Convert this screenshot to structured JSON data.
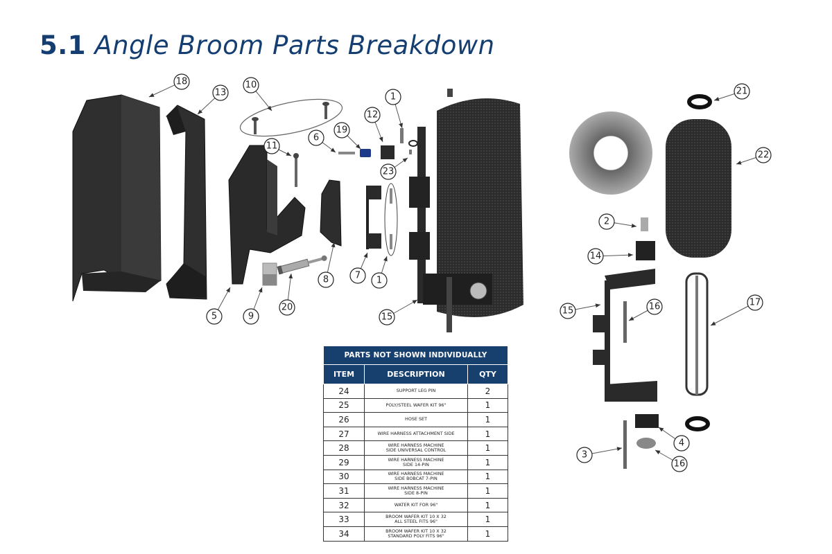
{
  "page": {
    "section_number": "5.1",
    "title": "Angle Broom Parts Breakdown",
    "accent_color": "#143e72"
  },
  "diagram": {
    "callouts": [
      {
        "label": "18"
      },
      {
        "label": "13"
      },
      {
        "label": "10"
      },
      {
        "label": "11"
      },
      {
        "label": "6"
      },
      {
        "label": "19"
      },
      {
        "label": "12"
      },
      {
        "label": "1"
      },
      {
        "label": "23"
      },
      {
        "label": "7"
      },
      {
        "label": "1"
      },
      {
        "label": "8"
      },
      {
        "label": "5"
      },
      {
        "label": "9"
      },
      {
        "label": "20"
      },
      {
        "label": "15"
      },
      {
        "label": "21"
      },
      {
        "label": "22"
      },
      {
        "label": "2"
      },
      {
        "label": "14"
      },
      {
        "label": "15"
      },
      {
        "label": "16"
      },
      {
        "label": "17"
      },
      {
        "label": "4"
      },
      {
        "label": "16"
      },
      {
        "label": "3"
      }
    ]
  },
  "parts_table": {
    "caption": "PARTS NOT SHOWN INDIVIDUALLY",
    "columns": [
      "ITEM",
      "DESCRIPTION",
      "QTY"
    ],
    "header_color": "#17406f",
    "rows": [
      {
        "item": "24",
        "description": "SUPPORT LEG PIN",
        "qty": "2"
      },
      {
        "item": "25",
        "description": "POLY/STEEL WAFER KIT 96\"",
        "qty": "1"
      },
      {
        "item": "26",
        "description": "HOSE SET",
        "qty": "1"
      },
      {
        "item": "27",
        "description": "WIRE HARNESS ATTACHMENT SIDE",
        "qty": "1"
      },
      {
        "item": "28",
        "description": "WIRE HARNESS MACHINE\nSIDE UNIVERSAL CONTROL",
        "qty": "1"
      },
      {
        "item": "29",
        "description": "WIRE HARNESS MACHINE\nSIDE 14-PIN",
        "qty": "1"
      },
      {
        "item": "30",
        "description": "WIRE HARNESS MACHINE\nSIDE BOBCAT 7-PIN",
        "qty": "1"
      },
      {
        "item": "31",
        "description": "WIRE HARNESS MACHINE\nSIDE 8-PIN",
        "qty": "1"
      },
      {
        "item": "32",
        "description": "WATER KIT FOR 96\"",
        "qty": "1"
      },
      {
        "item": "33",
        "description": "BROOM WAFER KIT 10 X 32\nALL STEEL FITS 96\"",
        "qty": "1"
      },
      {
        "item": "34",
        "description": "BROOM WAFER KIT 10 X 32\nSTANDARD POLY FITS 96\"",
        "qty": "1"
      }
    ]
  }
}
